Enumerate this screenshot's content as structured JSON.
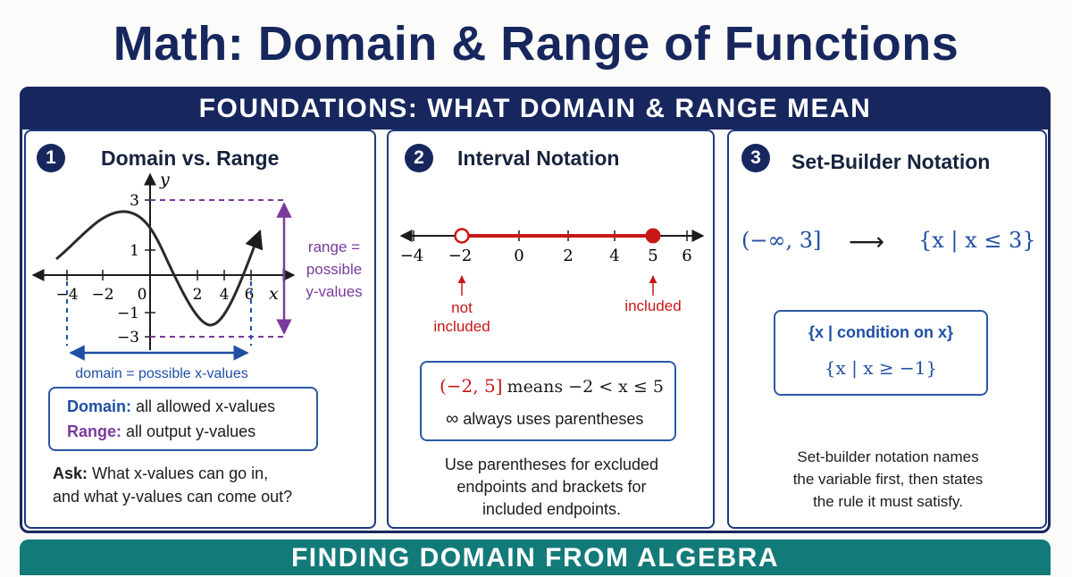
{
  "title": "Math: Domain & Range of Functions",
  "section1": {
    "header": "FOUNDATIONS: WHAT DOMAIN & RANGE MEAN"
  },
  "section2": {
    "header": "FINDING DOMAIN FROM ALGEBRA"
  },
  "panel1": {
    "number": "1",
    "title": "Domain vs. Range",
    "graph": {
      "x_axis_label": "x",
      "y_axis_label": "y",
      "x_ticks": [
        "−4",
        "−2",
        "0",
        "2",
        "4",
        "6"
      ],
      "y_ticks": [
        "3",
        "1",
        "−1",
        "−3"
      ],
      "range_label": [
        "range =",
        "possible",
        "y-values"
      ],
      "domain_label": "domain = possible x-values"
    },
    "def_box": {
      "domain_term": "Domain:",
      "domain_text": "all allowed x-values",
      "range_term": "Range:",
      "range_text": "all output y-values"
    },
    "ask_term": "Ask:",
    "ask_line1": "What x-values can go in,",
    "ask_line2": "and what y-values can come out?"
  },
  "panel2": {
    "number": "2",
    "title": "Interval Notation",
    "numberline": {
      "tick_labels": [
        "−4",
        "−2",
        "0",
        "2",
        "4",
        "5",
        "6"
      ],
      "open_label": [
        "not",
        "included"
      ],
      "closed_label": "included"
    },
    "box": {
      "interval": "(−2, 5]",
      "means_text": "means −2 < x ≤ 5",
      "inf_symbol": "∞",
      "inf_text": "always uses parentheses"
    },
    "note": [
      "Use parentheses for excluded",
      "endpoints and brackets for",
      "included endpoints."
    ]
  },
  "panel3": {
    "number": "3",
    "title": "Set-Builder Notation",
    "example_left": "(−∞, 3]",
    "arrow": "⟶",
    "example_right": "{x | x ≤ 3}",
    "box_line1": "{x | condition on x}",
    "box_line2": "{x | x ≥ −1}",
    "note": [
      "Set-builder notation names",
      "the variable first, then states",
      "the rule it must satisfy."
    ]
  },
  "colors": {
    "navy": "#17275e",
    "purple": "#7a3a9c",
    "blue": "#1f4fa5",
    "red": "#c81818",
    "teal": "#127a78"
  }
}
